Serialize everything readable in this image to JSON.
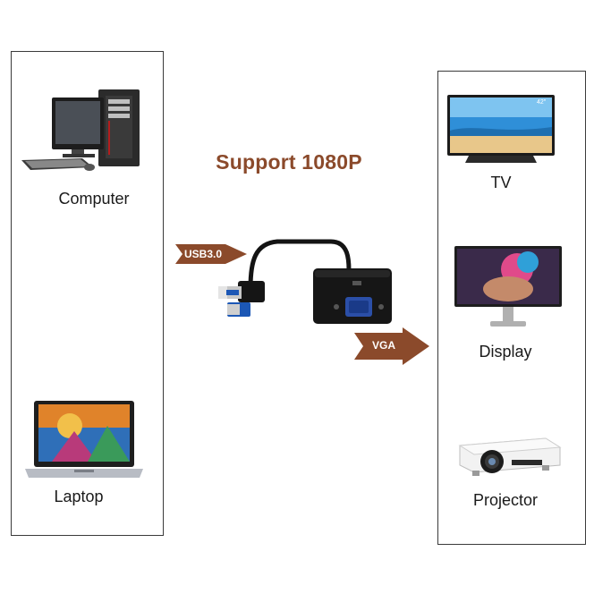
{
  "title": "Support 1080P",
  "sources": [
    {
      "label": "Computer",
      "icon": "desktop-computer-icon"
    },
    {
      "label": "Laptop",
      "icon": "laptop-icon"
    }
  ],
  "targets": [
    {
      "label": "TV",
      "icon": "tv-icon",
      "badge": "42\""
    },
    {
      "label": "Display",
      "icon": "monitor-icon"
    },
    {
      "label": "Projector",
      "icon": "projector-icon"
    }
  ],
  "arrows": {
    "input_label": "USB3.0",
    "output_label": "VGA"
  },
  "colors": {
    "title": "#8b4a2b",
    "arrow": "#8b4a2b",
    "border": "#3a3a3a"
  }
}
